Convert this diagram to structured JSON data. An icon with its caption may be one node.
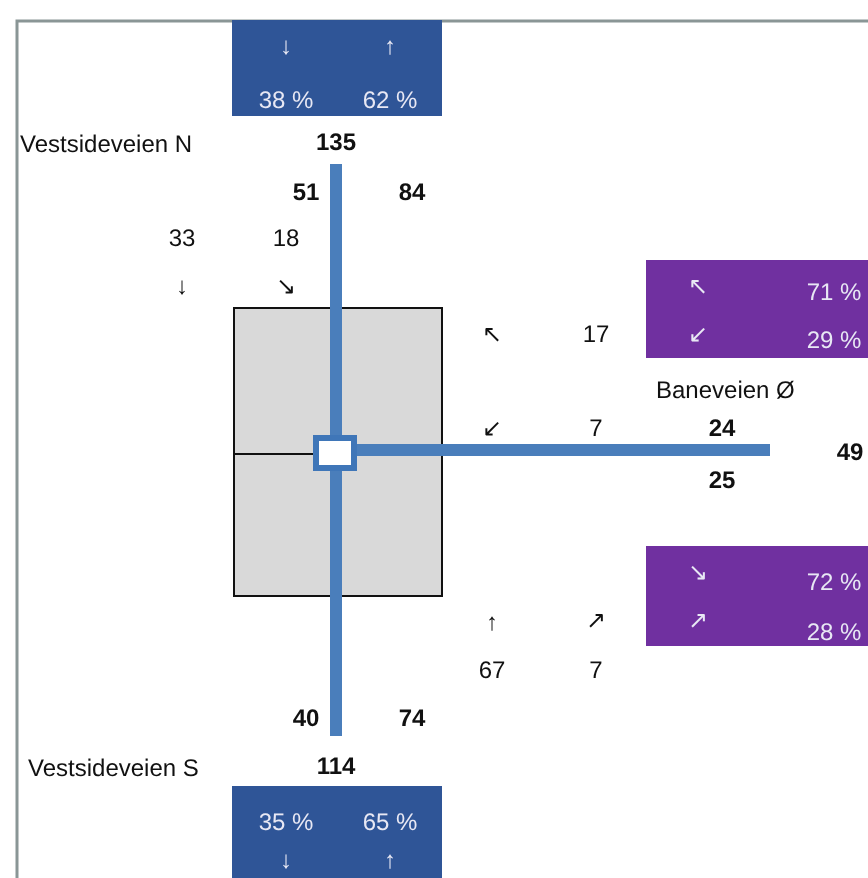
{
  "diagram": {
    "nodes": [
      {
        "text": [
          "↓",
          "↑",
          "38 %",
          "62 %"
        ]
      },
      {
        "text": [
          "↖",
          "71 %",
          "↙",
          "29 %"
        ]
      },
      {
        "text": [
          "↘",
          "72 %",
          "↗",
          "28 %"
        ]
      },
      {
        "text": [
          "35 %",
          "65 %",
          "↓",
          "↑"
        ]
      }
    ],
    "labels": [
      "Vestsideveien N",
      "135",
      "51",
      "84",
      "33",
      "18",
      "↓",
      "↘",
      "↖",
      "17",
      "Baneveien Ø",
      "↙",
      "7",
      "24",
      "49",
      "25",
      "↑",
      "↗",
      "67",
      "7",
      "40",
      "74",
      "Vestsideveien S",
      "114"
    ]
  }
}
